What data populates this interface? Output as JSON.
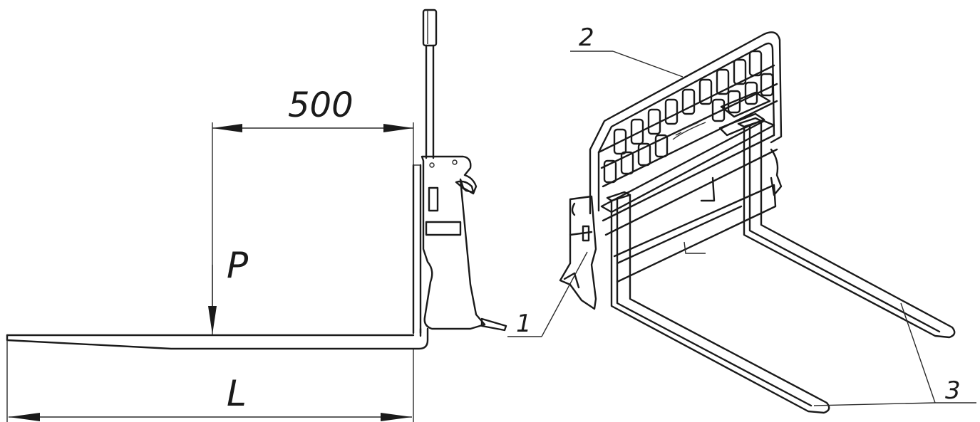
{
  "dimensions": {
    "load_distance": "500",
    "load_symbol": "P",
    "fork_length": "L"
  },
  "callouts": [
    "1",
    "2",
    "3"
  ],
  "colors": {
    "line": "#1a1a1a",
    "background": "#ffffff"
  }
}
